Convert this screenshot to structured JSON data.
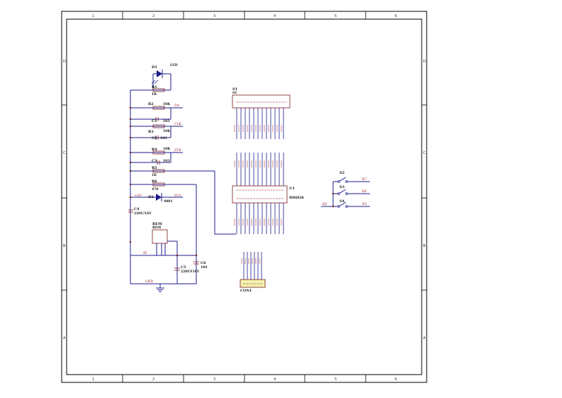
{
  "frame": {
    "columns": [
      "1",
      "2",
      "3",
      "4",
      "5",
      "6"
    ],
    "rows": [
      "D",
      "C",
      "B",
      "A"
    ]
  },
  "parts": {
    "D1": {
      "ref": "D1",
      "value": "LED"
    },
    "R1": {
      "ref": "R1",
      "value": "1K"
    },
    "R2": {
      "ref": "R2",
      "value": "10K"
    },
    "C1": {
      "ref": "C1",
      "value": "103"
    },
    "R3": {
      "ref": "R3",
      "value": "10K"
    },
    "C2": {
      "ref": "C2",
      "value": "103"
    },
    "R4": {
      "ref": "R4",
      "value": "10K"
    },
    "C3": {
      "ref": "C3",
      "value": "103"
    },
    "R5": {
      "ref": "R5",
      "value": "1K"
    },
    "R6": {
      "ref": "R6",
      "value": "470"
    },
    "D2": {
      "ref": "D2",
      "value": "4001"
    },
    "C4": {
      "ref": "C4",
      "value": "220U/16V"
    },
    "REM": {
      "ref": "REM",
      "value": "REM"
    },
    "C5": {
      "ref": "C5",
      "value": "220UF16V"
    },
    "C6": {
      "ref": "C6",
      "value": "104"
    },
    "S1": {
      "ref": "S1",
      "value": "S1"
    },
    "U1": {
      "ref": "U1",
      "value": "HD6928"
    },
    "CON1": {
      "ref": "CON1",
      "value": ""
    },
    "S2": {
      "ref": "S2"
    },
    "S3": {
      "ref": "S3"
    },
    "S4": {
      "ref": "S4"
    }
  },
  "nets": {
    "DA": "DA",
    "CLK": "CLK",
    "STB": "STB",
    "plus5V": "+5V",
    "VCC": "VCC",
    "IR": "IR",
    "GND": "GND",
    "K7": "K7",
    "K6": "K6",
    "K5": "K5",
    "K0": "K0"
  }
}
